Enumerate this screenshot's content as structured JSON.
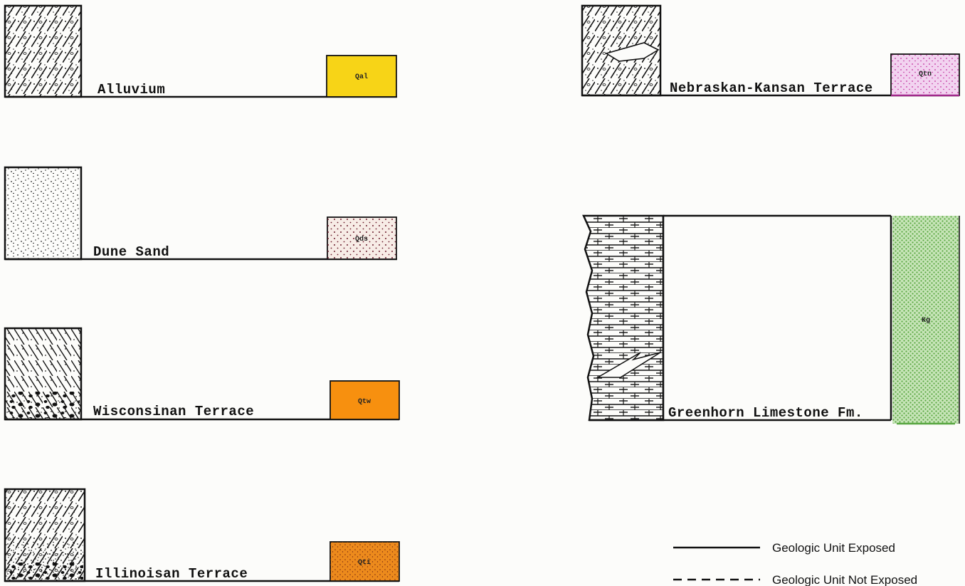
{
  "units": [
    {
      "label": "Alluvium",
      "code": "Qal",
      "color": "#f7d417"
    },
    {
      "label": "Dune Sand",
      "code": "Qds",
      "color": "#f7ece6"
    },
    {
      "label": "Wisconsinan Terrace",
      "code": "Qtw",
      "color": "#f7900f"
    },
    {
      "label": "Illinoisan Terrace",
      "code": "Qti",
      "color": "#ec8a1c"
    },
    {
      "label": "Nebraskan-Kansan Terrace",
      "code": "Qtn",
      "color": "#f2d3f0"
    },
    {
      "label": "Greenhorn Limestone Fm.",
      "code": "Kg",
      "color": "#c7e5b8"
    }
  ],
  "legend": {
    "exposed": "Geologic Unit Exposed",
    "not_exposed": "Geologic Unit Not Exposed"
  },
  "colors": {
    "line": "#111111",
    "qtn_stroke": "#a0288a",
    "kg_stroke": "#58a640",
    "dots": "#6a1a2a"
  }
}
